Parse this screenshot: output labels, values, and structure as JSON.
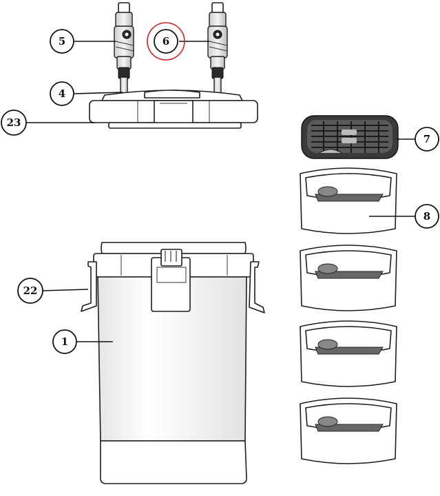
{
  "callouts": [
    {
      "id": "c5",
      "text": "5",
      "highlighted": false
    },
    {
      "id": "c6",
      "text": "6",
      "highlighted": true
    },
    {
      "id": "c4",
      "text": "4",
      "highlighted": false
    },
    {
      "id": "c23",
      "text": "23",
      "highlighted": false
    },
    {
      "id": "c7",
      "text": "7",
      "highlighted": false
    },
    {
      "id": "c8",
      "text": "8",
      "highlighted": false
    },
    {
      "id": "c22",
      "text": "22",
      "highlighted": false
    },
    {
      "id": "c1",
      "text": "1",
      "highlighted": false
    }
  ],
  "colors": {
    "ink": "#1c1c1c",
    "highlight": "#cc2222",
    "background": "#ffffff"
  }
}
